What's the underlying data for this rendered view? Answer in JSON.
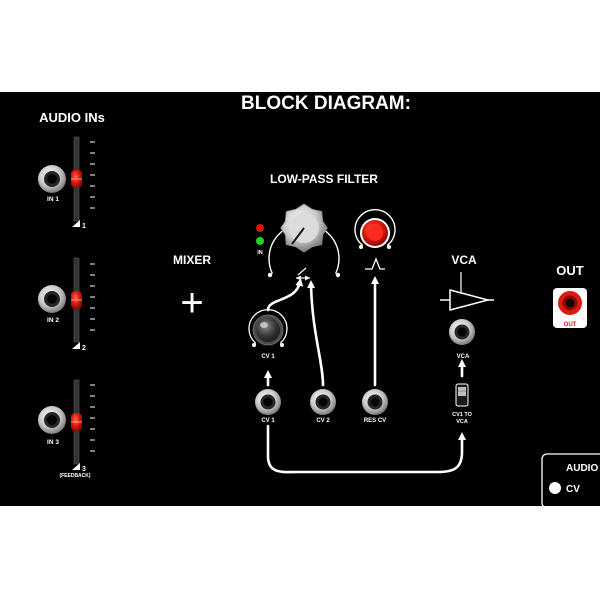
{
  "title": "BLOCK DIAGRAM:",
  "audio_ins": {
    "heading": "AUDIO INs",
    "inputs": [
      {
        "label": "IN 1",
        "slider_label": "1",
        "level": 0.5
      },
      {
        "label": "IN 2",
        "slider_label": "2",
        "level": 0.5
      },
      {
        "label": "IN 3",
        "slider_label": "3",
        "sublabel": "(FEEDBACK)",
        "level": 0.5
      }
    ]
  },
  "mixer": {
    "label": "MIXER",
    "symbol": "+"
  },
  "filter": {
    "heading": "LOW-PASS FILTER",
    "led_label": "IN",
    "cv1_knob_label": "CV 1",
    "jacks": {
      "cv1": "CV 1",
      "cv2": "CV 2",
      "res_cv": "RES CV"
    }
  },
  "vca": {
    "label": "VCA",
    "jack_label": "VCA",
    "switch_label_line1": "CV1 TO",
    "switch_label_line2": "VCA"
  },
  "out": {
    "heading": "OUT",
    "jack_label": "OUT"
  },
  "legend": {
    "audio": "AUDIO",
    "cv": "CV"
  },
  "colors": {
    "background": "#000000",
    "accent_red": "#e0190f",
    "led_green": "#21d12a",
    "led_red": "#d8130a",
    "panel_text": "#ffffff"
  }
}
